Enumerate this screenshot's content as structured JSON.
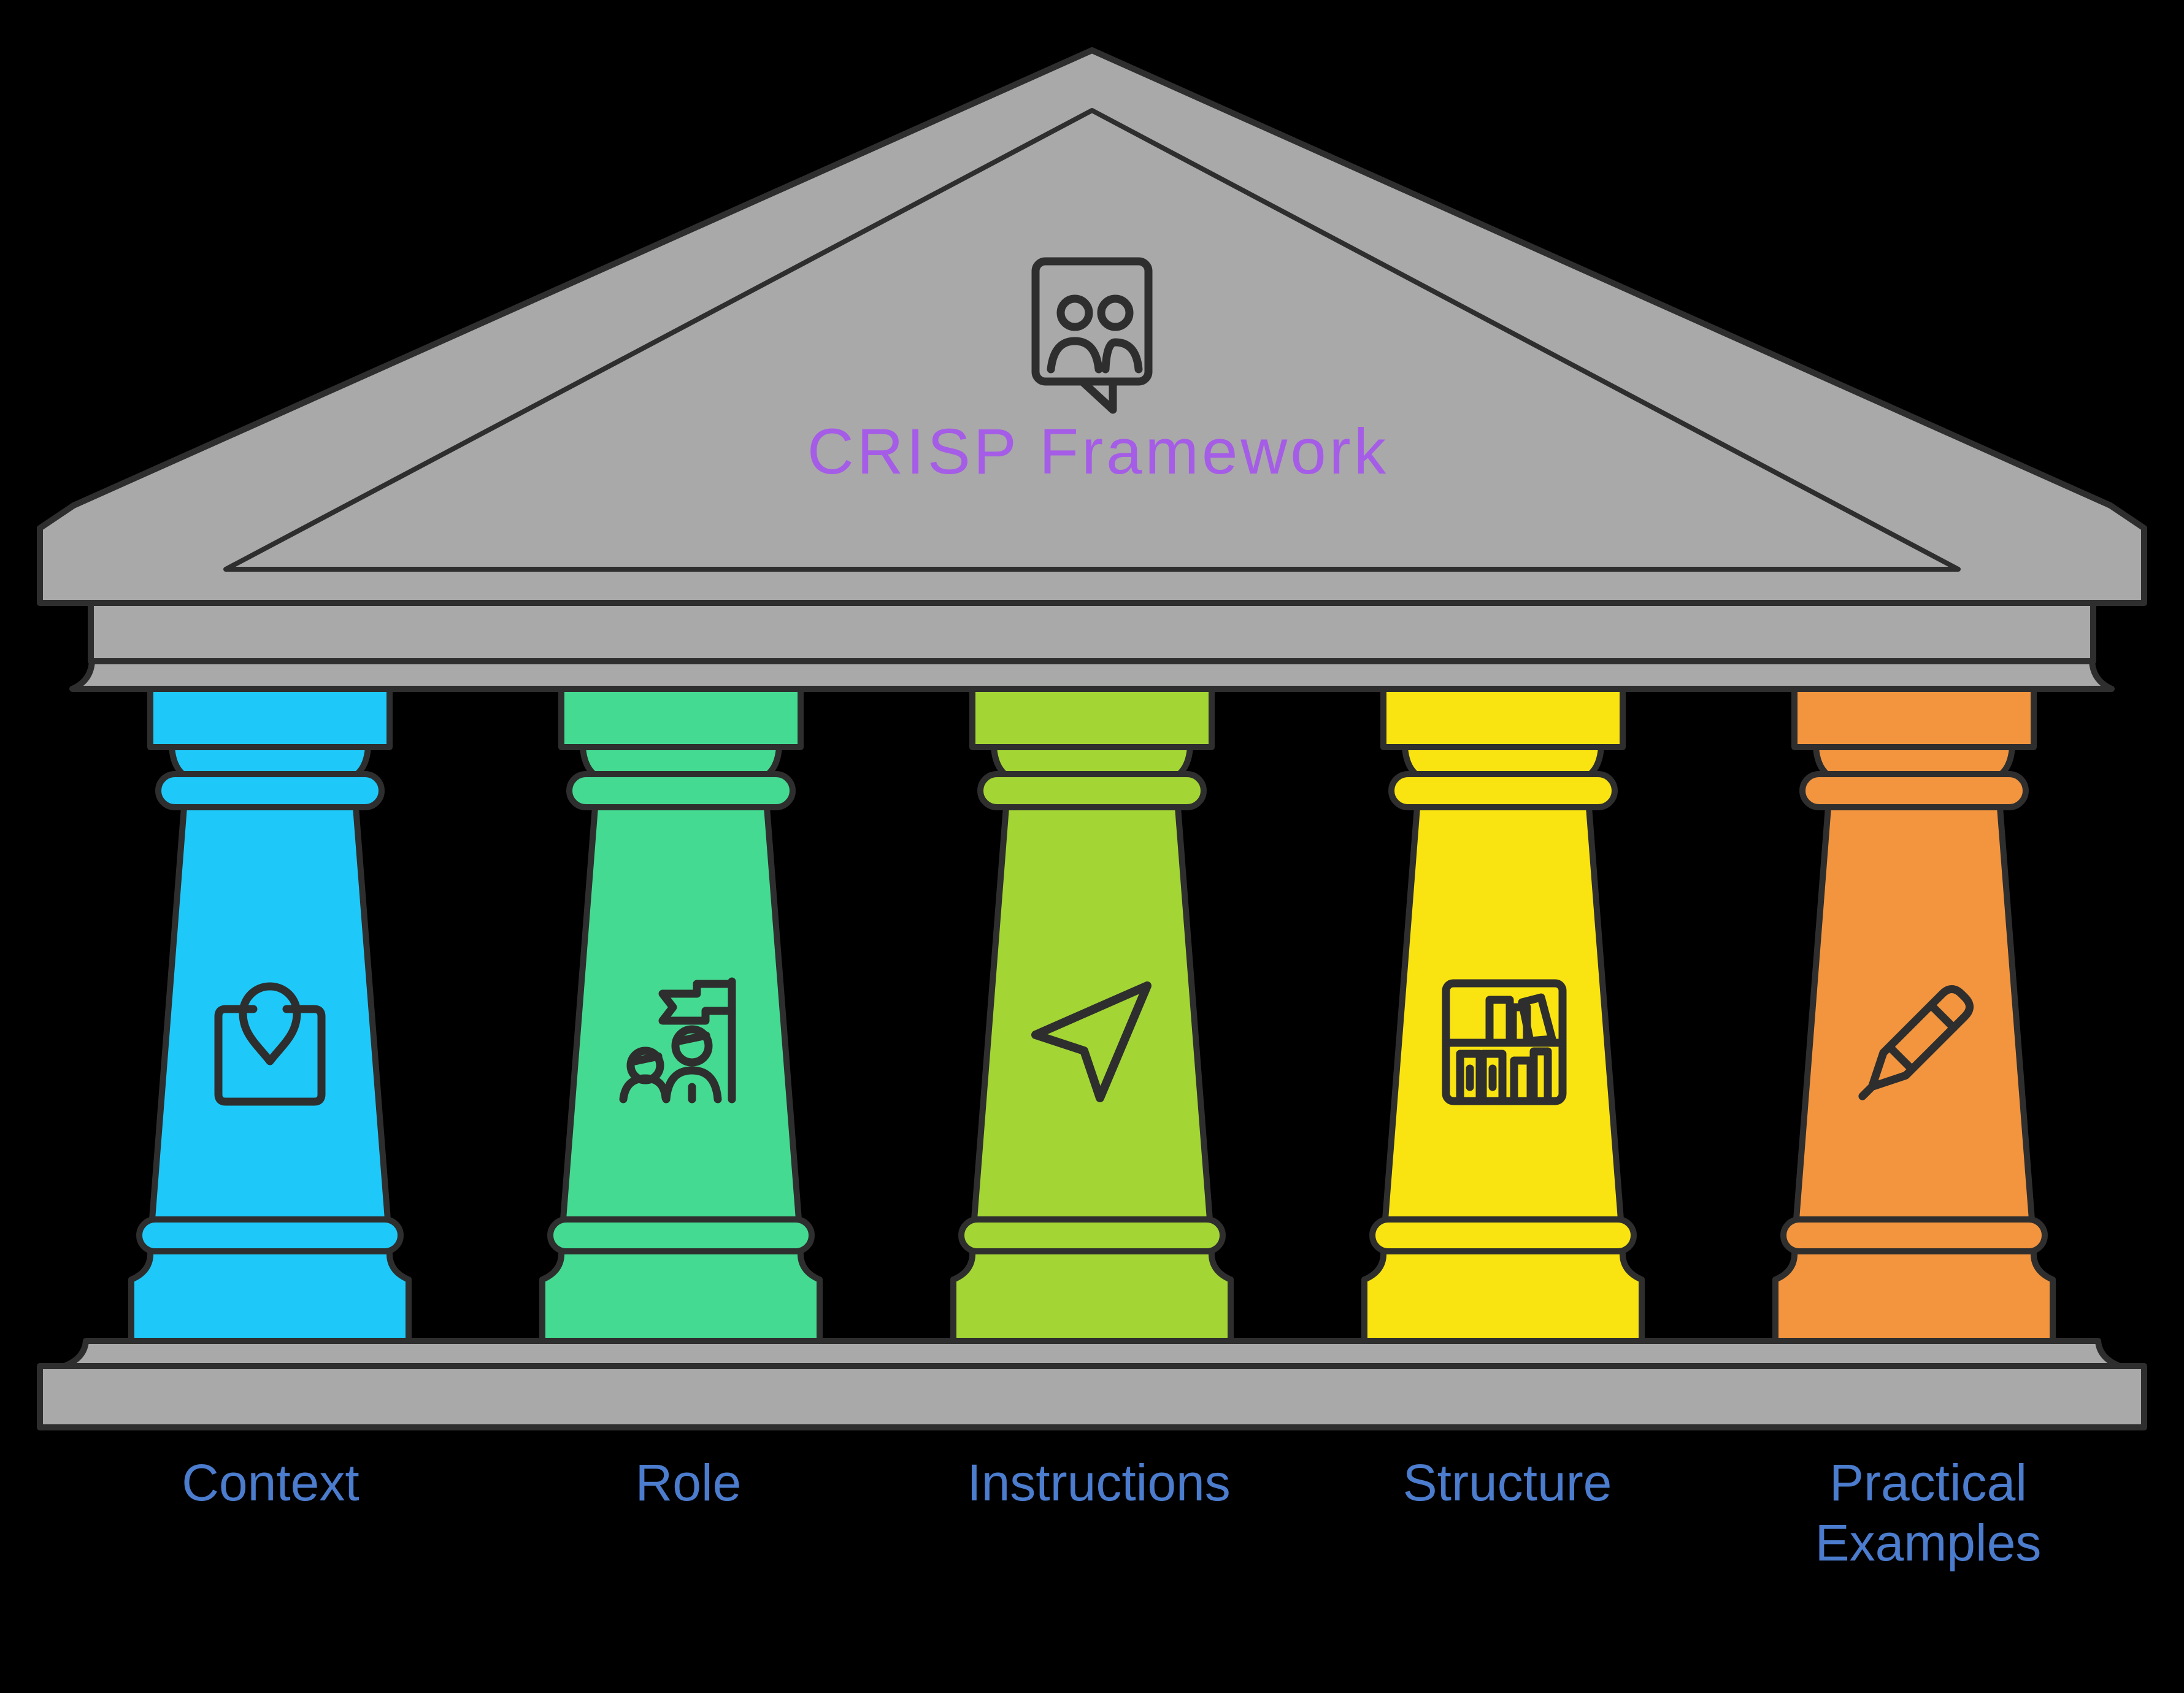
{
  "diagram": {
    "title": "CRISP Framework",
    "pediment_icon": "people-chat-icon",
    "pillars": [
      {
        "label": "Context",
        "label_line2": "",
        "color": "#1ec9f9",
        "icon": "location-pin-icon"
      },
      {
        "label": "Role",
        "label_line2": "",
        "color": "#45da91",
        "icon": "team-goal-flag-icon"
      },
      {
        "label": "Instructions",
        "label_line2": "",
        "color": "#a3d535",
        "icon": "navigation-cursor-icon"
      },
      {
        "label": "Structure",
        "label_line2": "",
        "color": "#f9e411",
        "icon": "bookshelf-icon"
      },
      {
        "label": "Practical",
        "label_line2": "Examples",
        "color": "#f2953e",
        "icon": "pencil-icon"
      }
    ]
  },
  "colors": {
    "background": "#000000",
    "stone": "#a9a9a9",
    "outline": "#2e2e2e",
    "icon_stroke": "#2e2e2e",
    "title": "#a55ce6",
    "label": "#4b7ccd"
  }
}
